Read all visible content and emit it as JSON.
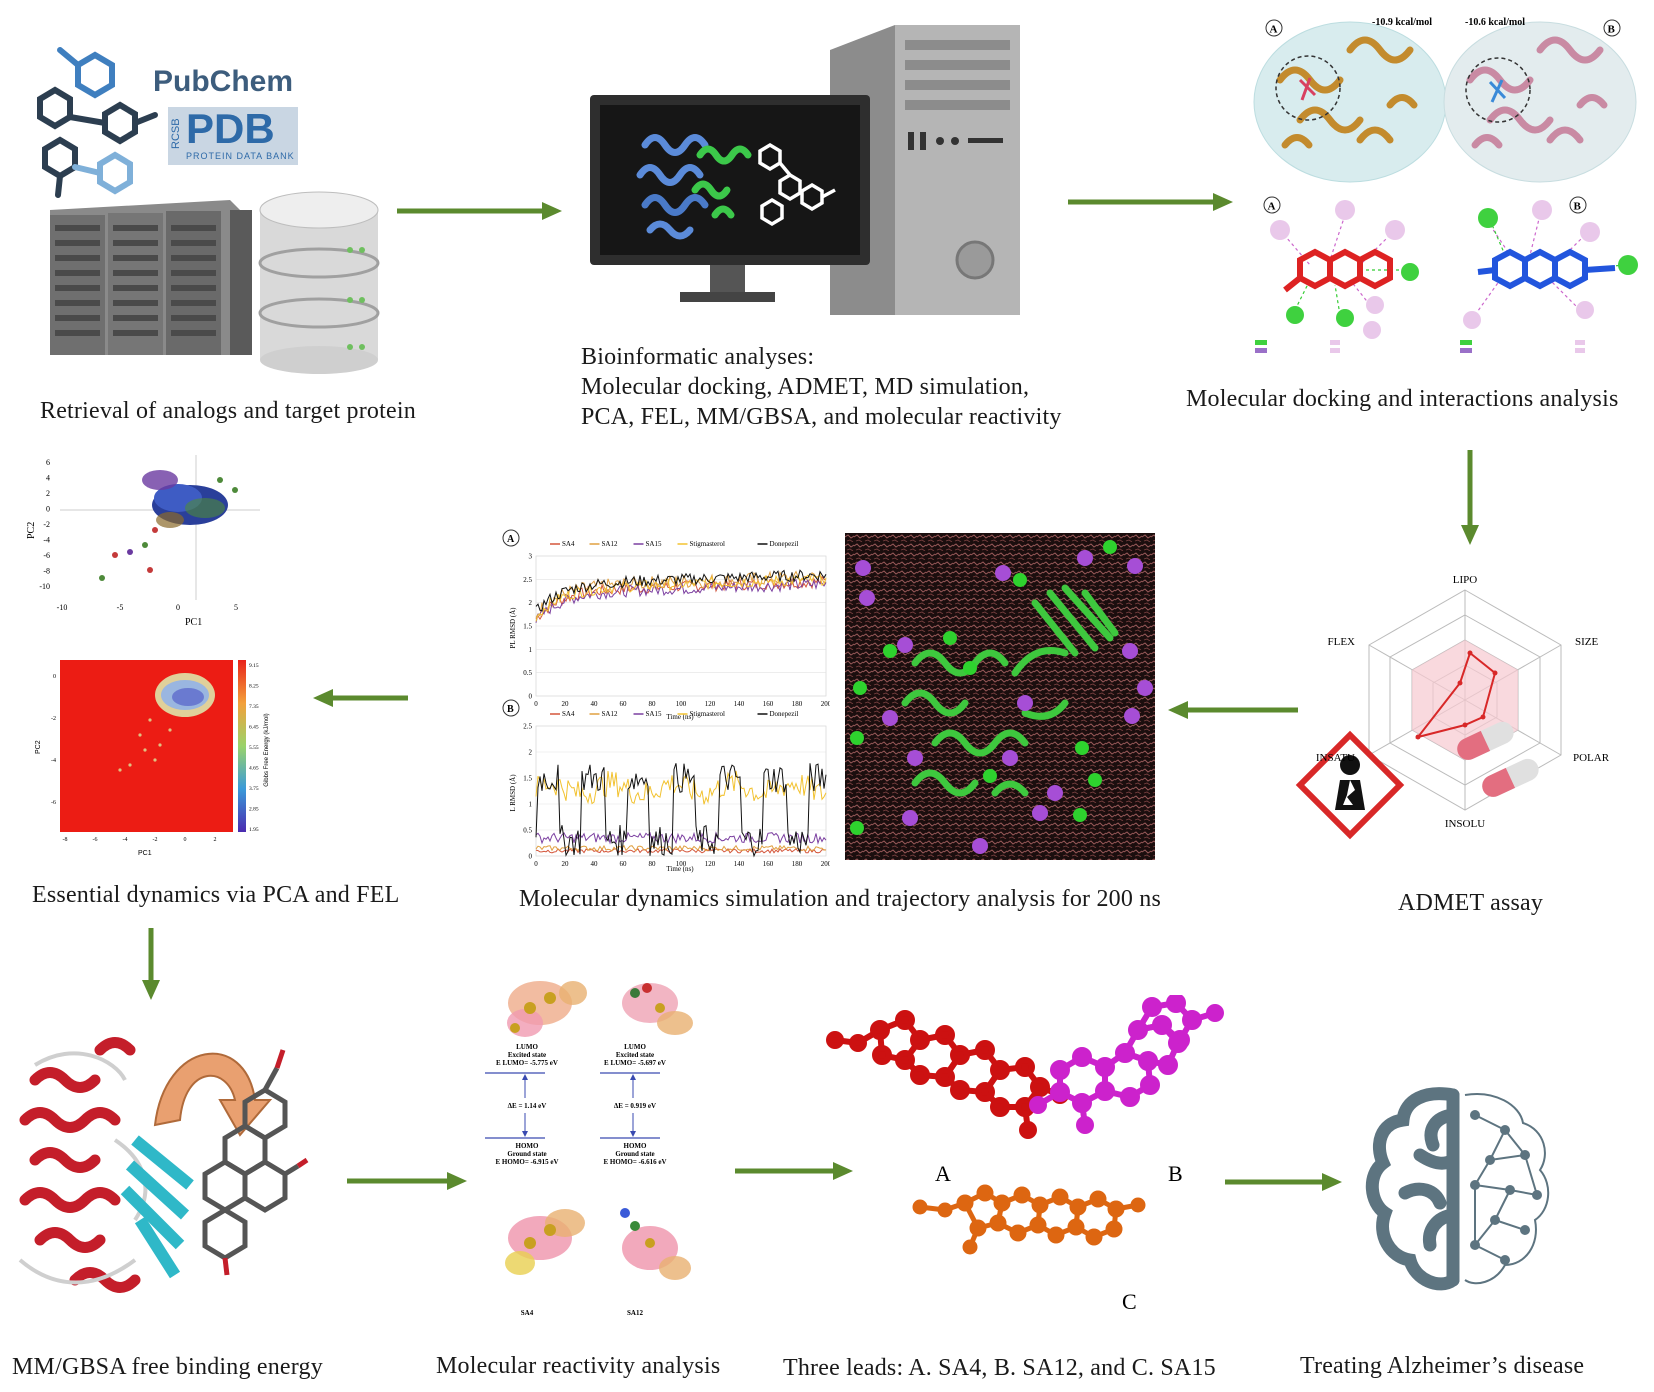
{
  "captions": {
    "retrieval": "Retrieval of analogs and target protein",
    "bioinfo": "Bioinformatic analyses:\nMolecular docking, ADMET, MD simulation,\nPCA, FEL, MM/GBSA, and molecular reactivity",
    "docking": "Molecular docking and interactions analysis",
    "essential": "Essential dynamics via PCA and FEL",
    "md": "Molecular dynamics simulation and trajectory analysis for 200 ns",
    "admet": "ADMET assay",
    "mmgbsa": "MM/GBSA free binding energy",
    "reactivity": "Molecular reactivity analysis",
    "leads": "Three leads: A. SA4, B. SA12, and C. SA15",
    "alzheimer": "Treating Alzheimer’s disease"
  },
  "logos": {
    "pubchem": "PubChem",
    "pdb": "PDB",
    "rcsb": "RCSB",
    "pdb_sub": "PROTEIN DATA BANK"
  },
  "docking_panel": {
    "label_a": "A",
    "label_b": "B",
    "energy_a": "-10.9 kcal/mol",
    "energy_b": "-10.6 kcal/mol"
  },
  "pca": {
    "xlabel": "PC1",
    "ylabel": "PC2",
    "xticks": [
      "-10",
      "-5",
      "0",
      "5"
    ],
    "yticks": [
      "6",
      "4",
      "2",
      "0",
      "-2",
      "-4",
      "-6",
      "-8",
      "-10"
    ]
  },
  "fel": {
    "xlabel": "PC1",
    "ylabel": "PC2",
    "cbar_label": "Gibbs Free Energy (kJ/mol)",
    "cbar_ticks": [
      "9.15",
      "8.25",
      "7.35",
      "6.45",
      "5.55",
      "4.65",
      "3.75",
      "2.85",
      "1.95"
    ],
    "xticks": [
      "-8",
      "-6",
      "-4",
      "-2",
      "0",
      "2"
    ],
    "yticks": [
      "0",
      "-2",
      "-4",
      "-6"
    ]
  },
  "md_plots": {
    "legend": [
      "SA4",
      "SA12",
      "SA15",
      "Stigmasterol",
      "Donepezil"
    ],
    "colors": [
      "#d4553a",
      "#e0a040",
      "#7b3fa0",
      "#f2c230",
      "#111111"
    ],
    "plot_a": {
      "label": "A",
      "ylabel": "PL RMSD (Å)",
      "xlabel": "Time (ns)",
      "yticks": [
        "3",
        "2.5",
        "2",
        "1.5",
        "1",
        "0.5",
        "0"
      ]
    },
    "plot_b": {
      "label": "B",
      "ylabel": "L RMSD (Å)",
      "xlabel": "Time (ns)",
      "yticks": [
        "2.5",
        "2",
        "1.5",
        "1",
        "0.5",
        "0"
      ]
    },
    "xticks": [
      "0",
      "20",
      "40",
      "60",
      "80",
      "100",
      "120",
      "140",
      "160",
      "180",
      "200"
    ]
  },
  "radar": {
    "axes": [
      "LIPO",
      "SIZE",
      "POLAR",
      "INSOLU",
      "INSATU",
      "FLEX"
    ]
  },
  "homo_lumo": {
    "left": {
      "lumo_title": "LUMO",
      "lumo_state": "Excited state",
      "lumo_energy": "E LUMO= -5.775 eV",
      "gap": "ΔE = 1.14 eV",
      "homo_title": "HOMO",
      "homo_state": "Ground state",
      "homo_energy": "E HOMO= -6.915 eV",
      "name": "SA4"
    },
    "right": {
      "lumo_title": "LUMO",
      "lumo_state": "Excited state",
      "lumo_energy": "E LUMO= -5.697 eV",
      "gap": "ΔE = 0.919 eV",
      "homo_title": "HOMO",
      "homo_state": "Ground state",
      "homo_energy": "E HOMO= -6.616 eV",
      "name": "SA12"
    }
  },
  "leads": {
    "a": "A",
    "b": "B",
    "c": "C"
  },
  "colors": {
    "arrow": "#5b8a2e",
    "lead_a": "#cc1111",
    "lead_b": "#cc22cc",
    "lead_c": "#dd6611"
  }
}
